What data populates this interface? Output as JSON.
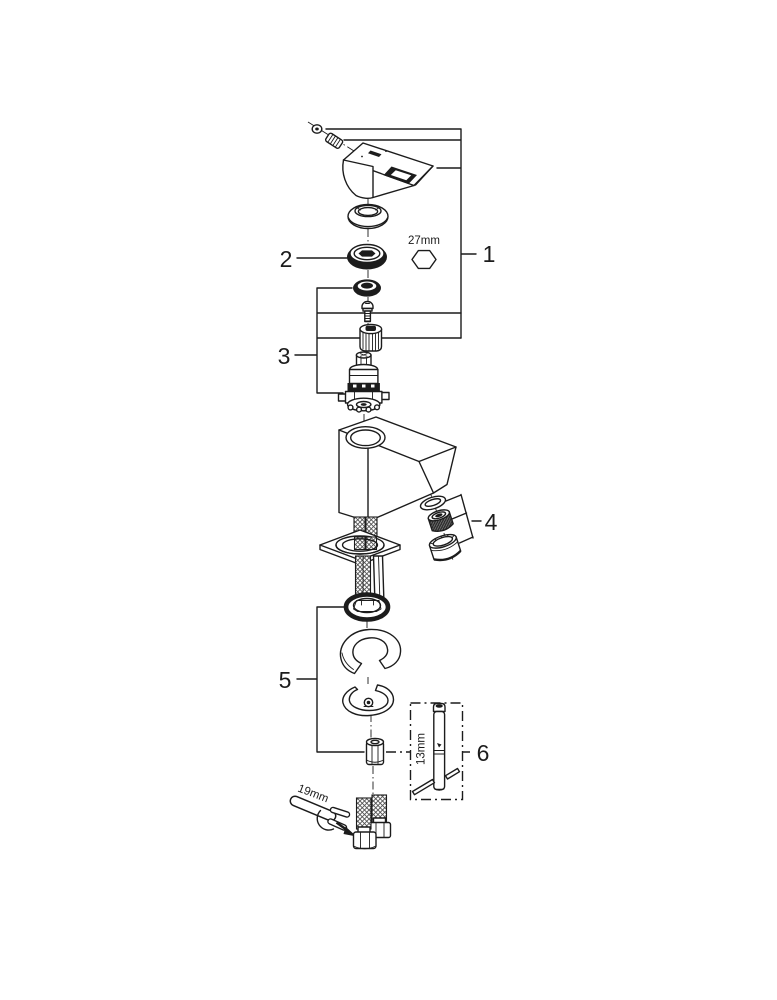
{
  "page": {
    "background": "#ffffff"
  },
  "diagram": {
    "line_color": "#1c1c1c",
    "callouts": {
      "c1": "1",
      "c2": "2",
      "c3": "3",
      "c4": "4",
      "c5": "5",
      "c6": "6"
    },
    "measurements": {
      "hex_ring": "27mm",
      "socket_tool": "13mm",
      "wrench": "19mm"
    }
  }
}
